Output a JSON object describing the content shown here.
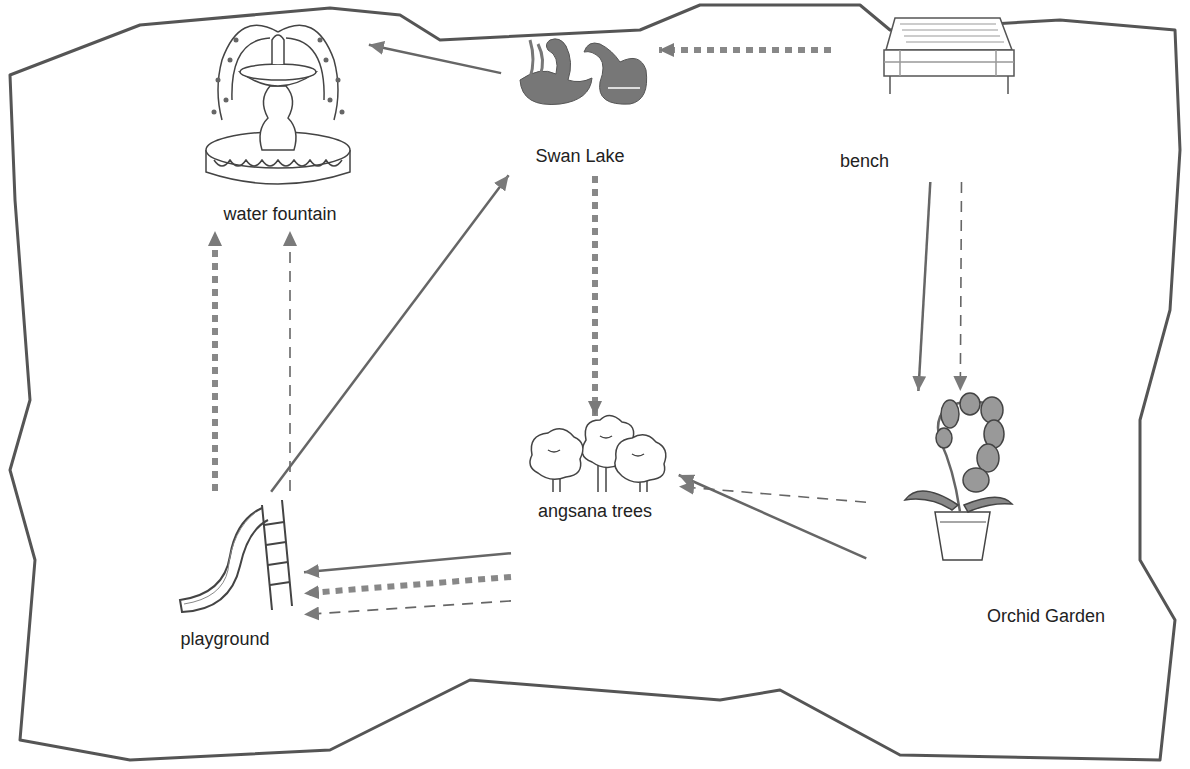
{
  "diagram": {
    "nodes": [
      {
        "text": [
          "water fountain"
        ]
      },
      {
        "text": [
          "Swan Lake"
        ]
      },
      {
        "text": [
          "bench"
        ]
      },
      {
        "text": [
          "angsana trees"
        ]
      },
      {
        "text": [
          "playground"
        ]
      },
      {
        "text": [
          "Orchid Garden"
        ]
      }
    ],
    "edges": [
      {
        "from": 1,
        "to": 0,
        "arrow": "to"
      },
      {
        "from": 4,
        "to": 1,
        "arrow": "to"
      },
      {
        "from": 2,
        "to": 1,
        "arrow": "to"
      },
      {
        "from": 2,
        "to": 5,
        "arrow": "to"
      },
      {
        "from": 2,
        "to": 5,
        "arrow": "to"
      },
      {
        "from": 1,
        "to": 3,
        "arrow": "to"
      },
      {
        "from": 5,
        "to": 3,
        "arrow": "to"
      },
      {
        "from": 5,
        "to": 3,
        "arrow": "to"
      },
      {
        "from": 3,
        "to": 4,
        "arrow": "to"
      },
      {
        "from": 3,
        "to": 4,
        "arrow": "to"
      },
      {
        "from": 3,
        "to": 4,
        "arrow": "to"
      },
      {
        "from": 4,
        "to": 0,
        "arrow": "to"
      },
      {
        "from": 4,
        "to": 0,
        "arrow": "to"
      }
    ]
  }
}
